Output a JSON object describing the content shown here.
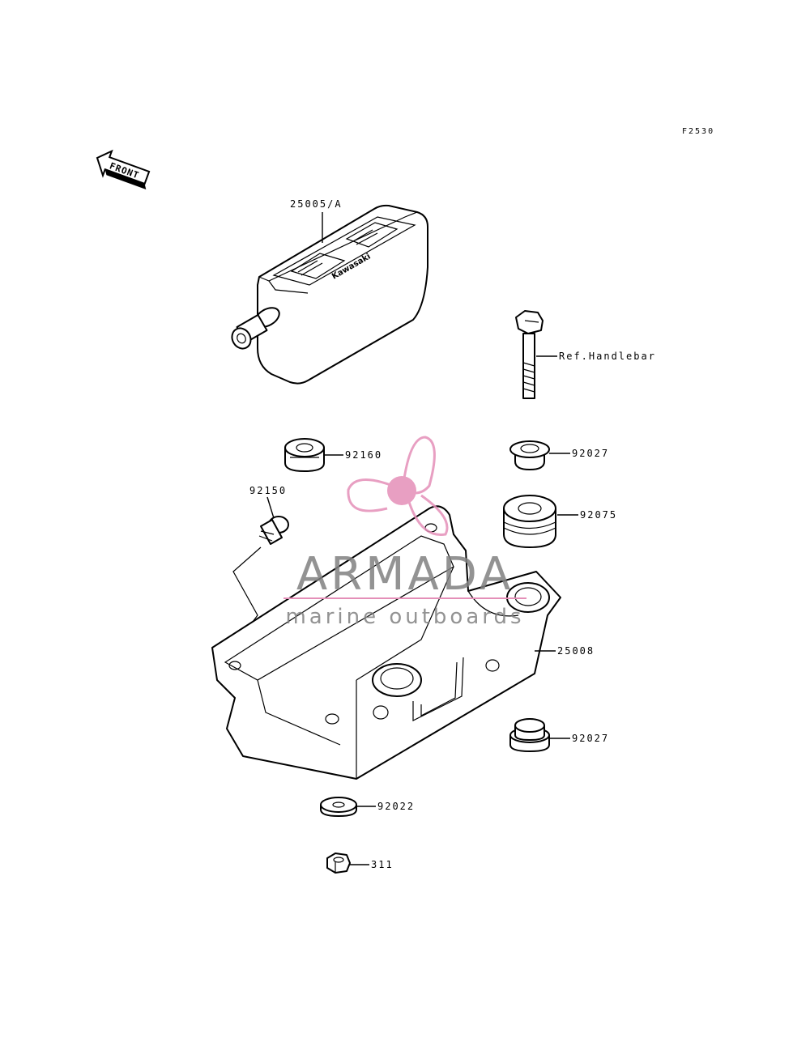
{
  "diagram": {
    "ref_code": "F2530",
    "front_arrow": "FRONT",
    "brand_on_part": "Kawasaki",
    "labels": {
      "p25005a": "25005/A",
      "ref_handlebar": "Ref.Handlebar",
      "p92160": "92160",
      "p92027_top": "92027",
      "p92150": "92150",
      "p92075": "92075",
      "p25008": "25008",
      "p92027_bottom": "92027",
      "p92022": "92022",
      "p311": "311"
    }
  },
  "watermark": {
    "brand": "ARMADA",
    "tagline": "marine outboards",
    "color": "#e48fb8",
    "text_color": "#808080"
  }
}
